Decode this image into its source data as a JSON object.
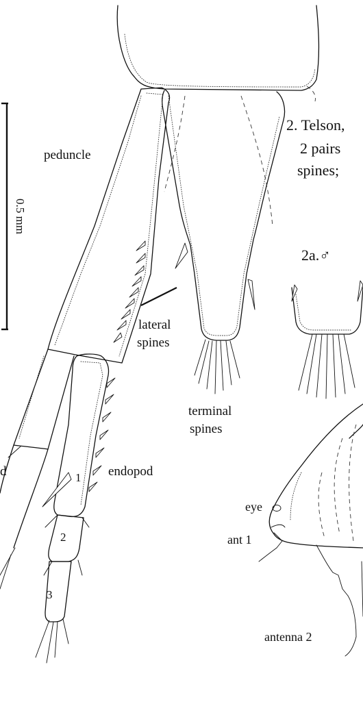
{
  "scale_bar": {
    "label": "0.5 mm"
  },
  "labels": {
    "peduncle": "peduncle",
    "lateral_spines_1": "lateral",
    "lateral_spines_2": "spines",
    "terminal_spines_1": "terminal",
    "terminal_spines_2": "spines",
    "endopod": "endopod",
    "exopod_fragment": "d",
    "segment_1": "1",
    "segment_2": "2",
    "segment_3": "3",
    "eye": "eye",
    "ant1": "ant 1",
    "antenna2": "antenna 2"
  },
  "caption": {
    "line1": "2. Telson,",
    "line2": "2 pairs",
    "line3": "spines;",
    "sub": "2a.♂"
  }
}
